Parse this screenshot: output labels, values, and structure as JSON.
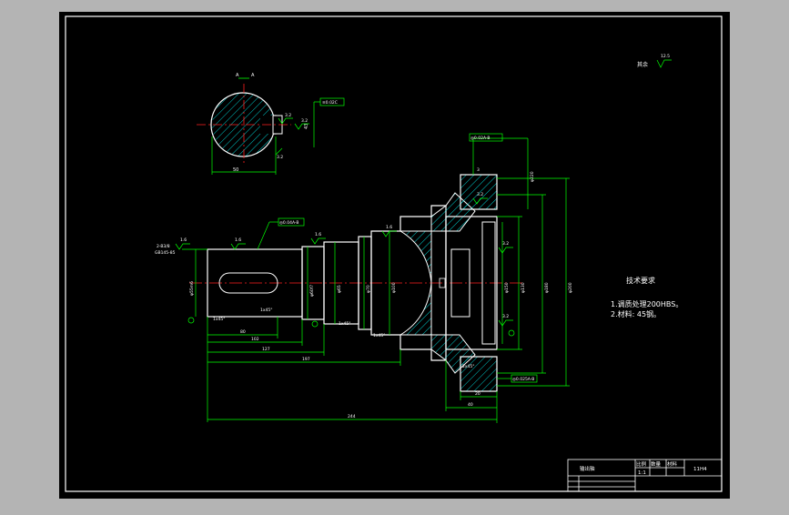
{
  "colors": {
    "background": "#b4b4b4",
    "drawing_bg": "#000000",
    "outline": "#ffffff",
    "dimension": "#00ff00",
    "centerline": "#ff2020",
    "hatch": "#00ffff",
    "text": "#ffffff"
  },
  "section": {
    "label_left": "A",
    "label_right": "A",
    "width_dim": "50",
    "depth_dim": "43",
    "roughness_a": "3.2",
    "roughness_b": "3.2",
    "tolerance_box": "≡0.02C"
  },
  "shaft": {
    "chamfer_note": "2-B3/8",
    "chamfer_note_2": "GB145-85",
    "roughness_top": "1.6",
    "roughness_b": "1.6",
    "roughness_c": "1.6",
    "roughness_d": "1.6",
    "roughness_e": "3.2",
    "tolerance_box_top": "◎0.04A-B",
    "tolerance_box_right_top": "◎0.02A-B",
    "tolerance_box_right_bottom": "◎0.025A-B",
    "diam_1": "φ55m6",
    "diam_2": "φ60f7",
    "diam_3": "φ65",
    "diam_4": "φ70",
    "diam_5": "φ100",
    "diam_6": "φ150",
    "diam_7": "φ130",
    "diam_8": "φ180",
    "diam_9": "φ200",
    "diam_10": "φ220",
    "chamfer_a": "1x45°",
    "chamfer_b": "1x45°",
    "chamfer_c": "1x45°",
    "chamfer_d": "1x45°",
    "chamfer_e": "2x45°",
    "len_80": "80",
    "len_102": "102",
    "len_127": "127",
    "len_197": "197",
    "len_244": "244",
    "len_40": "40",
    "len_20": "20",
    "len_3": "3"
  },
  "rest_roughness": {
    "label": "其余",
    "value": "12.5"
  },
  "tech": {
    "title": "技术要求",
    "line1": "1.调质处理200HBS。",
    "line2": "2.材料: 45钢。"
  },
  "title_block": {
    "part_name": "输出轴",
    "col1": "比例",
    "col2": "数量",
    "col3": "材料",
    "scale": "1:1",
    "drawing_no": "11H4"
  }
}
